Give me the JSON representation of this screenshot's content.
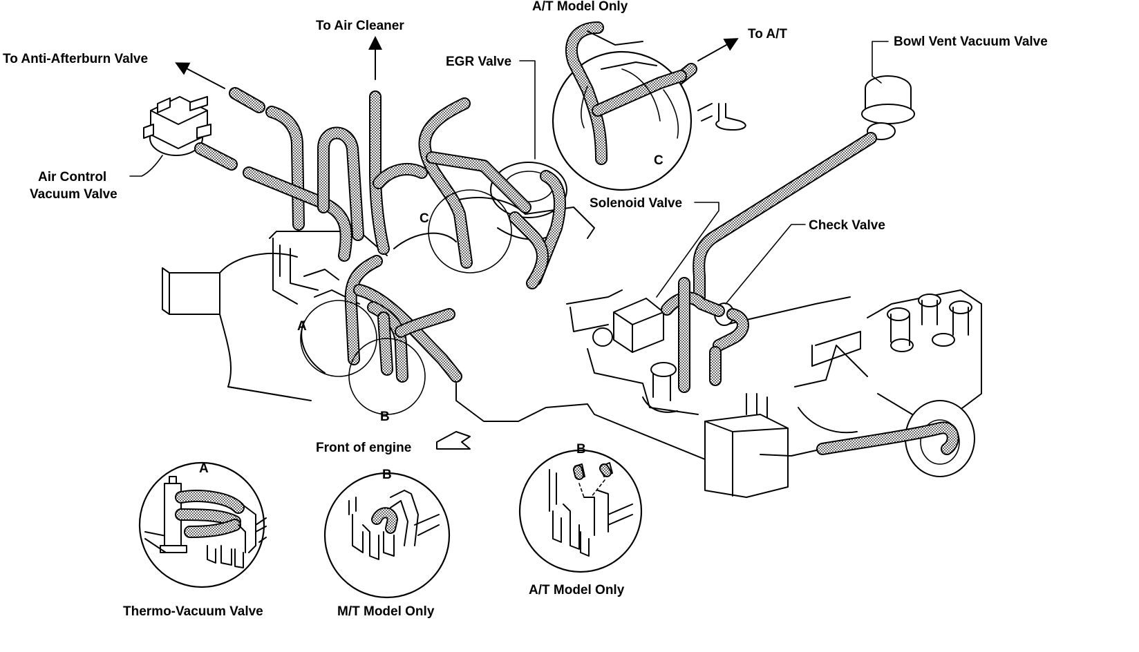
{
  "labels": {
    "to_anti_afterburn": "To Anti-Afterburn Valve",
    "to_air_cleaner": "To Air Cleaner",
    "at_model_only_top": "A/T Model Only",
    "to_at": "To A/T",
    "bowl_vent_vacuum_valve": "Bowl Vent Vacuum Valve",
    "egr_valve": "EGR Valve",
    "air_control_line1": "Air Control",
    "air_control_line2": "Vacuum Valve",
    "solenoid_valve": "Solenoid Valve",
    "check_valve": "Check Valve",
    "front_of_engine": "Front of engine",
    "thermo_vacuum_valve": "Thermo-Vacuum Valve",
    "mt_model_only": "M/T Model Only",
    "at_model_only_bottom": "A/T Model Only"
  },
  "callouts": {
    "a_main": "A",
    "b_main": "B",
    "c_main": "C",
    "c_top": "C",
    "a_detail": "A",
    "b_detail_mt": "B",
    "b_detail_at": "B"
  },
  "colors": {
    "ink": "#000000",
    "paper": "#ffffff",
    "hose_fill": "#9a9a9a"
  }
}
